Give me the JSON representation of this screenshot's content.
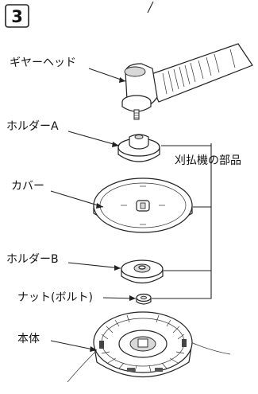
{
  "step_number": "3",
  "labels": {
    "gear_head": "ギヤーヘッド",
    "holder_a": "ホルダーA",
    "cover": "カバー",
    "holder_b": "ホルダーB",
    "nut": "ナット(ボルト)",
    "body": "本体",
    "brushcutter_parts": "刈払機の部品"
  }
}
